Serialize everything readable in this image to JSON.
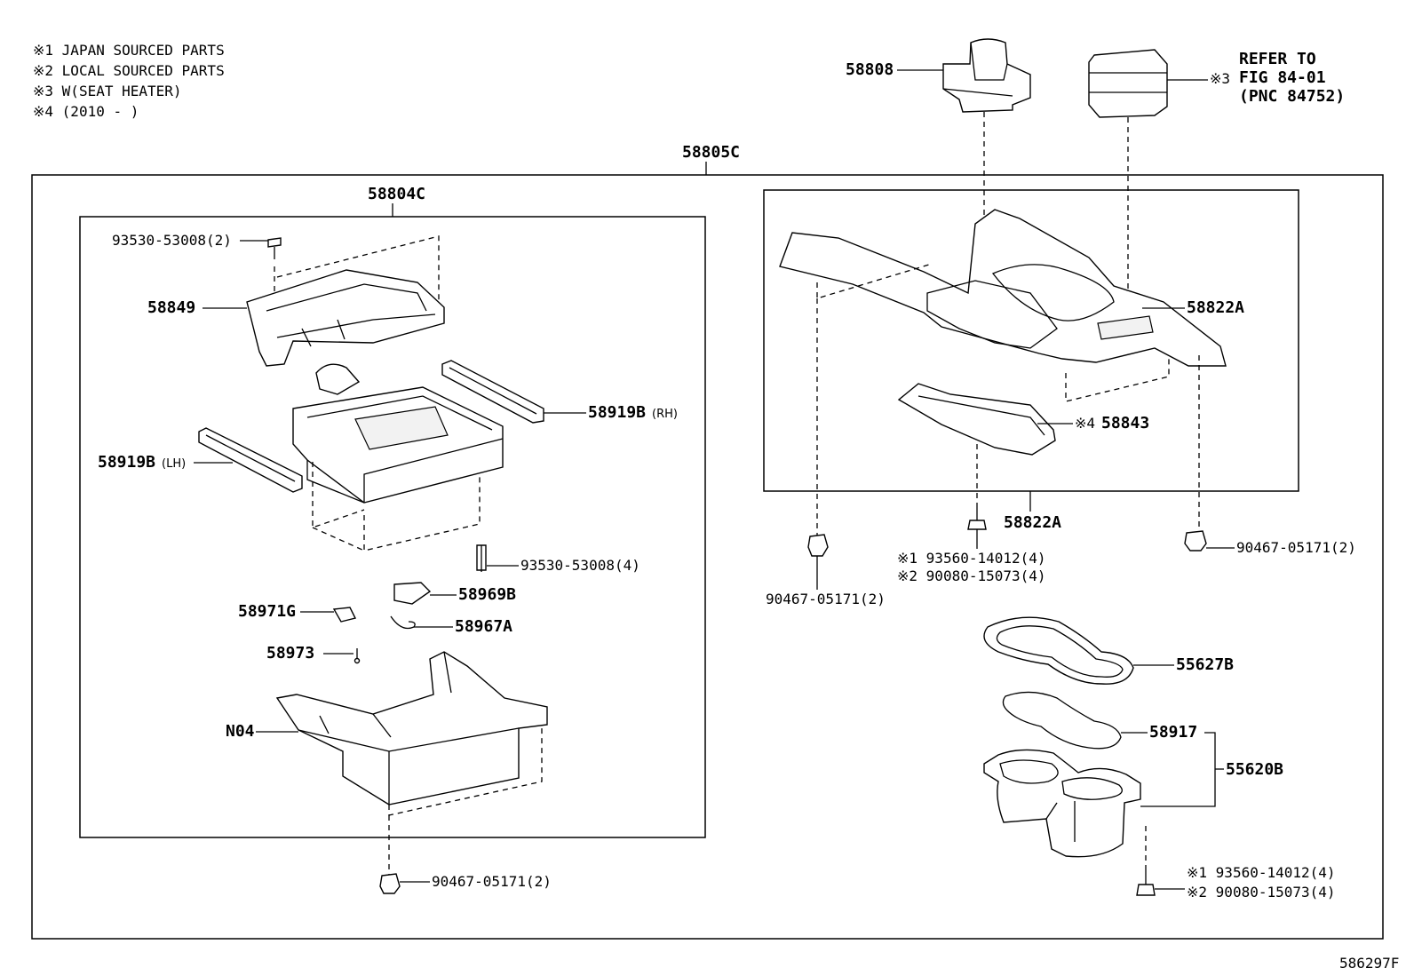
{
  "notes": [
    "※1 JAPAN SOURCED PARTS",
    "※2 LOCAL SOURCED PARTS",
    "※3 W(SEAT HEATER)",
    "※4 (2010 -        )"
  ],
  "labels": {
    "assy_outer": "58805C",
    "assy_left": "58804C",
    "p58808": "58808",
    "refer_prefix": "※3",
    "refer_line1": "REFER TO",
    "refer_line2": "FIG 84-01",
    "refer_line3": "(PNC 84752)",
    "screw_top_left": "93530-53008(2)",
    "p58849": "58849",
    "p58919b_rh": "58919B",
    "rh_suffix": "(RH)",
    "p58919b_lh": "58919B",
    "lh_suffix": "(LH)",
    "screw_mid_left": "93530-53008(4)",
    "p58969b": "58969B",
    "p58971g": "58971G",
    "p58967a": "58967A",
    "p58973": "58973",
    "n04": "N04",
    "clip_bottom_left": "90467-05171(2)",
    "p58822a_top": "58822A",
    "p58843_prefix": "※4",
    "p58843": "58843",
    "p58822a_bottom": "58822A",
    "screw_center_1": "※1 93560-14012(4)",
    "screw_center_2": "※2 90080-15073(4)",
    "clip_right": "90467-05171(2)",
    "clip_center_left": "90467-05171(2)",
    "p55627b": "55627B",
    "p58917": "58917",
    "p55620b": "55620B",
    "screw_br_1": "※1 93560-14012(4)",
    "screw_br_2": "※2 90080-15073(4)",
    "figure_id": "586297F"
  }
}
